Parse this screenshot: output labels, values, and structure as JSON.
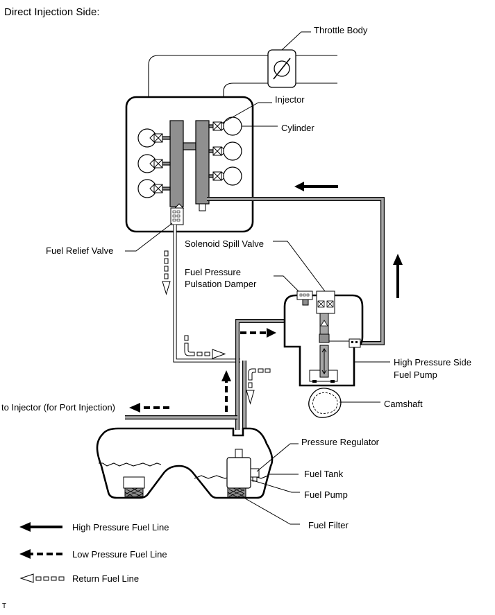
{
  "title": "Direct Injection Side:",
  "labels": {
    "throttle_body": "Throttle Body",
    "injector": "Injector",
    "cylinder": "Cylinder",
    "fuel_relief_valve": "Fuel Relief Valve",
    "solenoid_spill_valve": "Solenoid Spill Valve",
    "fuel_pressure_line1": "Fuel Pressure",
    "fuel_pressure_line2": "Pulsation Damper",
    "hp_pump_line1": "High Pressure Side",
    "hp_pump_line2": "Fuel Pump",
    "port_injection": "to Injector (for Port Injection)",
    "camshaft": "Camshaft",
    "pressure_regulator": "Pressure Regulator",
    "fuel_tank": "Fuel Tank",
    "fuel_pump": "Fuel Pump",
    "fuel_filter": "Fuel Filter"
  },
  "legend": [
    {
      "label": "High Pressure Fuel Line",
      "style": "solid-arrow"
    },
    {
      "label": "Low Pressure Fuel Line",
      "style": "dashed-arrow"
    },
    {
      "label": "Return Fuel Line",
      "style": "hollow-dashed-arrow"
    }
  ],
  "footer_mark": "T",
  "colors": {
    "pipe_fill": "#a6a6a6",
    "rail_fill": "#8f8f8f",
    "line": "#000000"
  }
}
